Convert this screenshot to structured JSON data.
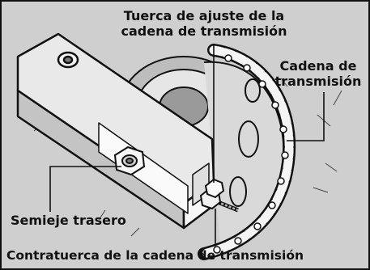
{
  "figure": {
    "callouts": {
      "adjusting_nut": [
        "Tuerca de ajuste de la",
        "cadena de transmisión"
      ],
      "drive_chain": [
        "Cadena de",
        "transmisión"
      ],
      "rear_axle": "Semieje trasero",
      "locknut": "Contratuerca de la cadena de transmisión"
    },
    "colors": {
      "background": "#cfcfcf",
      "linework": "#111111",
      "highlight": "#ffffff"
    }
  }
}
